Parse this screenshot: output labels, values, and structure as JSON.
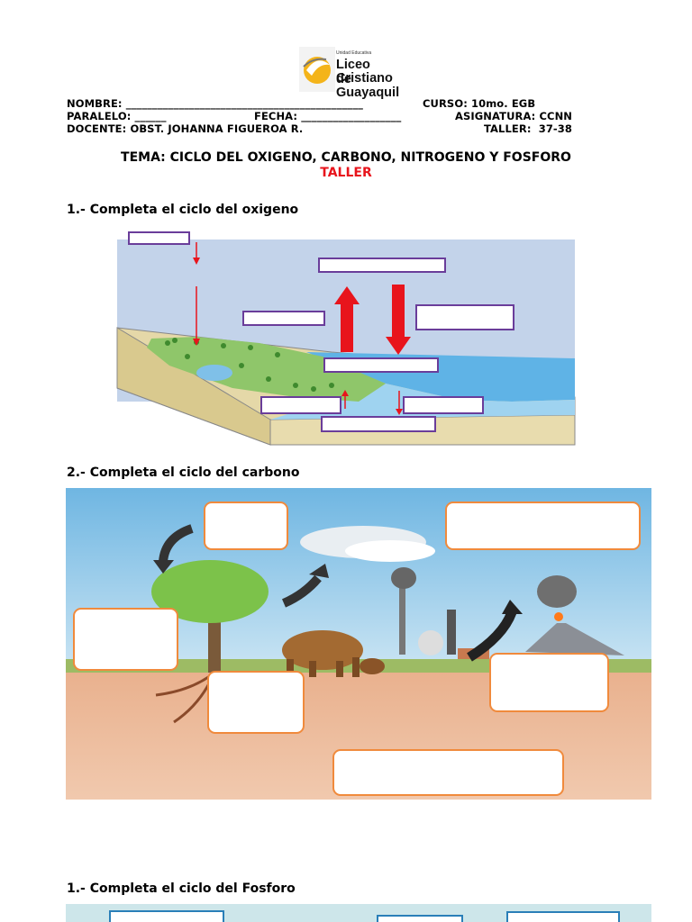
{
  "logo": {
    "small_text": "Unidad Educativa",
    "line1": "Liceo Cristiano",
    "line2": "de Guayaquil"
  },
  "header": {
    "nombre": "NOMBRE: _____________________________________________",
    "curso": "CURSO: 10mo. EGB",
    "paralelo": "PARALELO: ______",
    "fecha": "FECHA: ___________________",
    "asignatura": "ASIGNATURA: CCNN",
    "docente": "DOCENTE: OBST. JOHANNA FIGUEROA R.",
    "taller": "TALLER:  37-38"
  },
  "tema": "TEMA: CICLO DEL OXIGENO, CARBONO, NITROGENO Y FOSFORO",
  "taller_title": "TALLER",
  "questions": {
    "q1": "1.- Completa el ciclo del oxigeno",
    "q2": "2.- Completa el ciclo del carbono",
    "q3": "1.- Completa el ciclo del Fosforo"
  },
  "colors": {
    "title_red": "#e8141c",
    "box_orange": "#f08a3c",
    "box_purple": "#6a3d9a",
    "sky": "#c3d3ea",
    "water": "#5fb3e6"
  }
}
